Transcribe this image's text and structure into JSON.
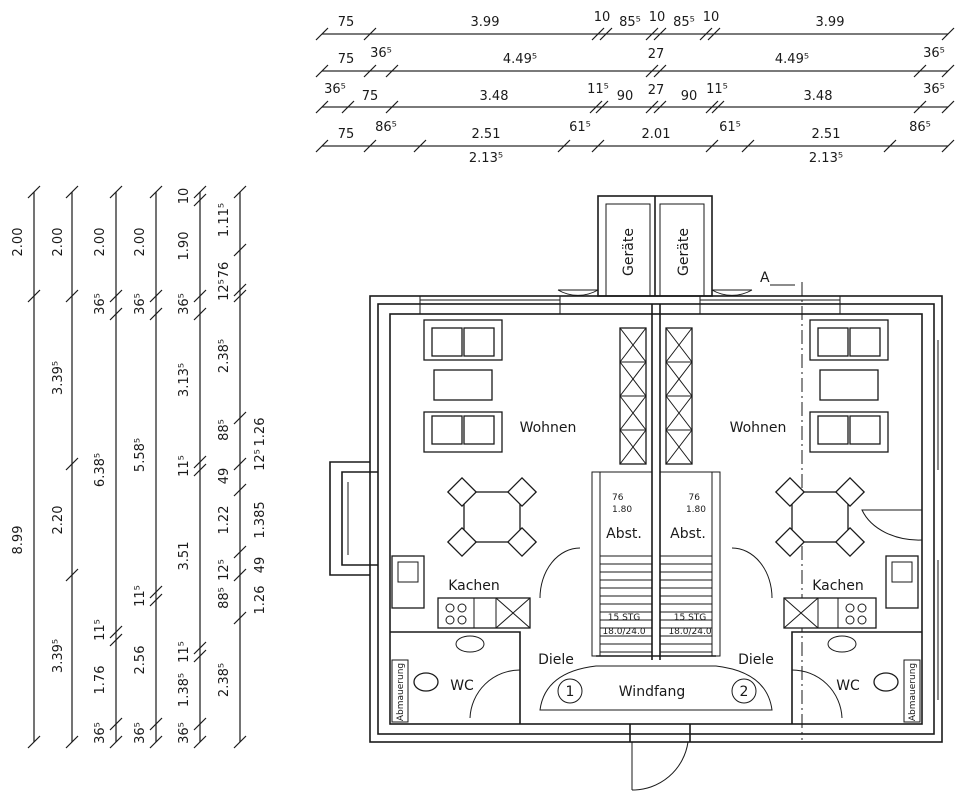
{
  "rooms": {
    "wohnen_left": "Wohnen",
    "wohnen_right": "Wohnen",
    "kuechen_left": "Kachen",
    "kuechen_right": "Kachen",
    "wc_left": "WC",
    "wc_right": "WC",
    "diele_left": "Diele",
    "diele_right": "Diele",
    "windfang": "Windfang",
    "geraete_left": "Geräte",
    "geraete_right": "Geräte",
    "abmauerung_left": "Abmauerung",
    "abmauerung_right": "Abmauerung",
    "unit_1": "1",
    "unit_2": "2",
    "section_marker": "A"
  },
  "stairs": {
    "left": {
      "top_note": "76",
      "top_height": "1.80",
      "label": "Abst.",
      "steps": "15 STG",
      "ratio": "18.0/24.0"
    },
    "right": {
      "top_note": "76",
      "top_height": "1.80",
      "label": "Abst.",
      "steps": "15 STG",
      "ratio": "18.0/24.0"
    }
  },
  "dimensions": {
    "top_rows": [
      {
        "labels": [
          {
            "id": "r1-75",
            "text": "75"
          },
          {
            "id": "r1-399a",
            "text": "3.99"
          },
          {
            "id": "r1-10a",
            "text": "10"
          },
          {
            "id": "r1-855a",
            "text": "85⁵"
          },
          {
            "id": "r1-10b",
            "text": "10"
          },
          {
            "id": "r1-855b",
            "text": "85⁵"
          },
          {
            "id": "r1-10c",
            "text": "10"
          },
          {
            "id": "r1-399b",
            "text": "3.99"
          }
        ]
      },
      {
        "labels": [
          {
            "id": "r2-75",
            "text": "75"
          },
          {
            "id": "r2-365a",
            "text": "36⁵"
          },
          {
            "id": "r2-4495a",
            "text": "4.49⁵"
          },
          {
            "id": "r2-27",
            "text": "27"
          },
          {
            "id": "r2-4495b",
            "text": "4.49⁵"
          },
          {
            "id": "r2-365b",
            "text": "36⁵"
          }
        ]
      },
      {
        "labels": [
          {
            "id": "r3-365a",
            "text": "36⁵"
          },
          {
            "id": "r3-75",
            "text": "75"
          },
          {
            "id": "r3-348a",
            "text": "3.48"
          },
          {
            "id": "r3-115a",
            "text": "11⁵"
          },
          {
            "id": "r3-90a",
            "text": "90"
          },
          {
            "id": "r3-27",
            "text": "27"
          },
          {
            "id": "r3-90b",
            "text": "90"
          },
          {
            "id": "r3-115b",
            "text": "11⁵"
          },
          {
            "id": "r3-348b",
            "text": "3.48"
          },
          {
            "id": "r3-365b",
            "text": "36⁵"
          }
        ]
      },
      {
        "labels": [
          {
            "id": "r4-75",
            "text": "75"
          },
          {
            "id": "r4-865a",
            "text": "86⁵"
          },
          {
            "id": "r4-251a",
            "text": "2.51"
          },
          {
            "id": "r4-2135a",
            "text": "2.13⁵"
          },
          {
            "id": "r4-615a",
            "text": "61⁵"
          },
          {
            "id": "r4-201",
            "text": "2.01"
          },
          {
            "id": "r4-615b",
            "text": "61⁵"
          },
          {
            "id": "r4-251b",
            "text": "2.51"
          },
          {
            "id": "r4-2135b",
            "text": "2.13⁵"
          },
          {
            "id": "r4-865b",
            "text": "86⁵"
          }
        ]
      }
    ],
    "left_cols": [
      {
        "labels": [
          {
            "id": "c1-200",
            "text": "2.00"
          },
          {
            "id": "c1-899",
            "text": "8.99"
          }
        ]
      },
      {
        "labels": [
          {
            "id": "c2-200",
            "text": "2.00"
          },
          {
            "id": "c2-3395a",
            "text": "3.39⁵"
          },
          {
            "id": "c2-220",
            "text": "2.20"
          },
          {
            "id": "c2-3395b",
            "text": "3.39⁵"
          }
        ]
      },
      {
        "labels": [
          {
            "id": "c3-200",
            "text": "2.00"
          },
          {
            "id": "c3-365a",
            "text": "36⁵"
          },
          {
            "id": "c3-6385",
            "text": "6.38⁵"
          },
          {
            "id": "c3-115",
            "text": "11⁵"
          },
          {
            "id": "c3-176",
            "text": "1.76"
          },
          {
            "id": "c3-365b",
            "text": "36⁵"
          }
        ]
      },
      {
        "labels": [
          {
            "id": "c4-200",
            "text": "2.00"
          },
          {
            "id": "c4-365a",
            "text": "36⁵"
          },
          {
            "id": "c4-5585",
            "text": "5.58⁵"
          },
          {
            "id": "c4-115",
            "text": "11⁵"
          },
          {
            "id": "c4-256",
            "text": "2.56"
          },
          {
            "id": "c4-365b",
            "text": "36⁵"
          }
        ]
      },
      {
        "labels": [
          {
            "id": "c5-10",
            "text": "10"
          },
          {
            "id": "c5-190",
            "text": "1.90"
          },
          {
            "id": "c5-365a",
            "text": "36⁵"
          },
          {
            "id": "c5-3135",
            "text": "3.13⁵"
          },
          {
            "id": "c5-115a",
            "text": "11⁵"
          },
          {
            "id": "c5-351",
            "text": "3.51"
          },
          {
            "id": "c5-115b",
            "text": "11⁵"
          },
          {
            "id": "c5-1385",
            "text": "1.38⁵"
          },
          {
            "id": "c5-365b",
            "text": "36⁵"
          }
        ]
      },
      {
        "labels": [
          {
            "id": "c6-1115",
            "text": "1.11⁵"
          },
          {
            "id": "c6-76",
            "text": "76"
          },
          {
            "id": "c6-125a",
            "text": "12⁵"
          },
          {
            "id": "c6-2385a",
            "text": "2.38⁵"
          },
          {
            "id": "c6-885a",
            "text": "88⁵"
          },
          {
            "id": "c6-49a",
            "text": "49"
          },
          {
            "id": "c6-122",
            "text": "1.22"
          },
          {
            "id": "c6-125b",
            "text": "12⁵"
          },
          {
            "id": "c6-885b",
            "text": "88⁵"
          },
          {
            "id": "c6-2385b",
            "text": "2.38⁵"
          }
        ]
      },
      {
        "labels": [
          {
            "id": "c7-126a",
            "text": "1.26"
          },
          {
            "id": "c7-125a",
            "text": "12⁵"
          },
          {
            "id": "c7-1385",
            "text": "1.385"
          },
          {
            "id": "c7-49",
            "text": "49"
          },
          {
            "id": "c7-126b",
            "text": "1.26"
          }
        ]
      }
    ]
  }
}
